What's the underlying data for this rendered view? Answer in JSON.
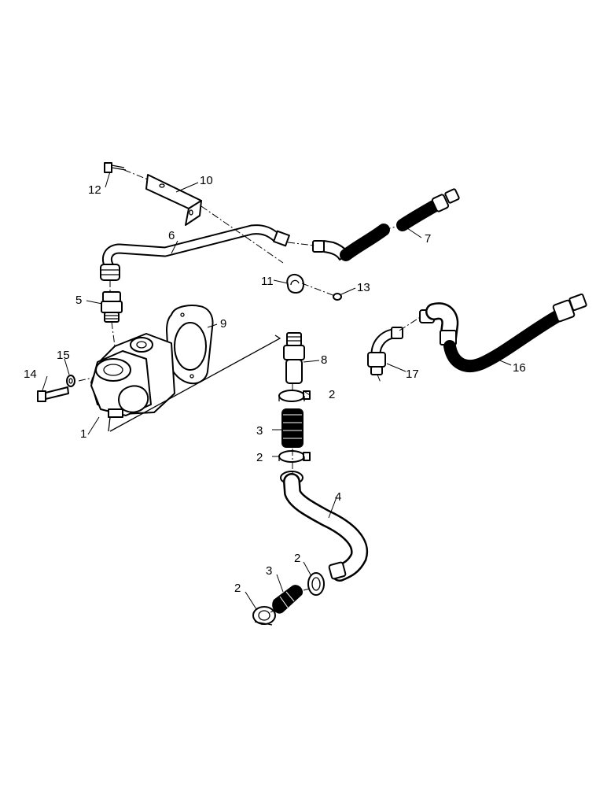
{
  "callouts": {
    "c1": "1",
    "c2a": "2",
    "c2b": "2",
    "c2c": "2",
    "c2d": "2",
    "c3a": "3",
    "c3b": "3",
    "c4": "4",
    "c5": "5",
    "c6": "6",
    "c7": "7",
    "c8": "8",
    "c9": "9",
    "c10": "10",
    "c11": "11",
    "c12": "12",
    "c13": "13",
    "c14": "14",
    "c15": "15",
    "c16": "16",
    "c17": "17"
  }
}
